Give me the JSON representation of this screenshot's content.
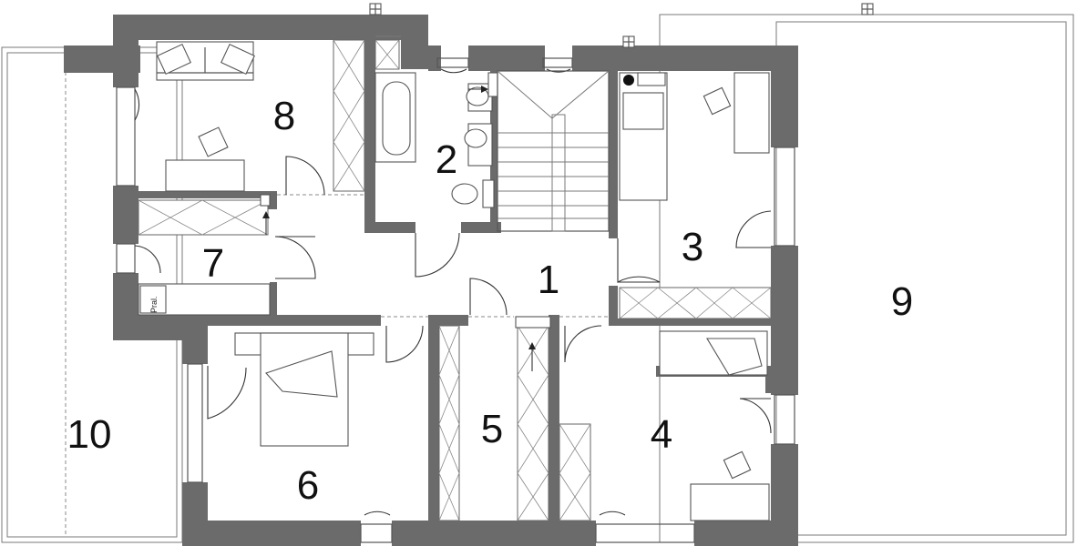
{
  "plan": {
    "rooms": [
      {
        "id": "1",
        "label": "1"
      },
      {
        "id": "2",
        "label": "2"
      },
      {
        "id": "3",
        "label": "3"
      },
      {
        "id": "4",
        "label": "4"
      },
      {
        "id": "5",
        "label": "5"
      },
      {
        "id": "6",
        "label": "6"
      },
      {
        "id": "7",
        "label": "7"
      },
      {
        "id": "8",
        "label": "8"
      },
      {
        "id": "9",
        "label": "9"
      },
      {
        "id": "10",
        "label": "10"
      }
    ],
    "laundry_label": "Pral."
  }
}
